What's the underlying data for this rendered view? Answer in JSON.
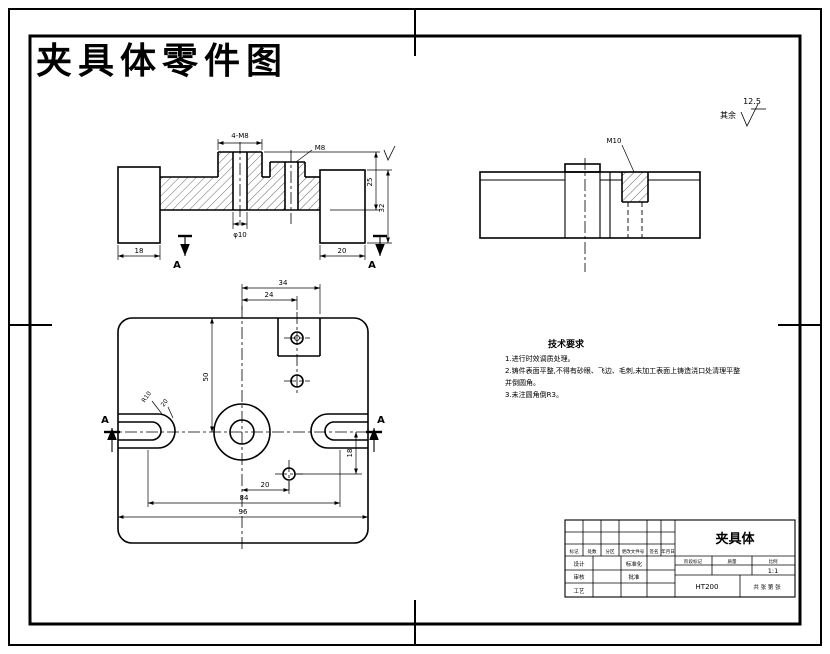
{
  "title": "夹具体零件图",
  "colors": {
    "accent": "#ff1a1a",
    "line": "#000000",
    "bg": "#ffffff"
  },
  "surface": {
    "value": "12.5",
    "rest": "其余"
  },
  "front_view": {
    "dim_top_boss": "4-M8",
    "leader_m8": "M8",
    "dim_hole": "φ10",
    "dim_left_bottom": "18",
    "dim_right_bottom": "20",
    "dim_height_outer": "32",
    "dim_height_inner": "25",
    "section_letter": "A"
  },
  "side_view": {
    "leader_m10": "M10"
  },
  "top_view": {
    "dim_top_a": "24",
    "dim_top_b": "34",
    "dim_left": "50",
    "dim_right": "18",
    "dim_bottom_a": "20",
    "dim_bottom_b": "84",
    "dim_bottom_c": "96",
    "leader_r": "R10",
    "leader_w": "20",
    "section_letter": "A"
  },
  "notes": {
    "heading": "技术要求",
    "lines": [
      "1.进行时效调质处理。",
      "2.铸件表面平整,不得有砂眼、飞边、毛刺,未加工表面上铸造浇口处清理平整",
      "  并倒圆角。",
      "3.未注圆角倒R3。"
    ]
  },
  "title_block": {
    "part_name": "夹具体",
    "material": "HT200",
    "scale_value": "1:1",
    "headers": {
      "mark": "标记",
      "count": "处数",
      "zone": "分区",
      "doc": "更改文件号",
      "sign": "签名",
      "date": "年月日"
    },
    "roles": {
      "design": "设计",
      "review": "审核",
      "craft": "工艺",
      "std": "标准化",
      "approve": "批准"
    },
    "labels": {
      "stage": "阶段标记",
      "weight": "质量",
      "scale": "比例",
      "sheet": "共 张  第 张"
    }
  }
}
